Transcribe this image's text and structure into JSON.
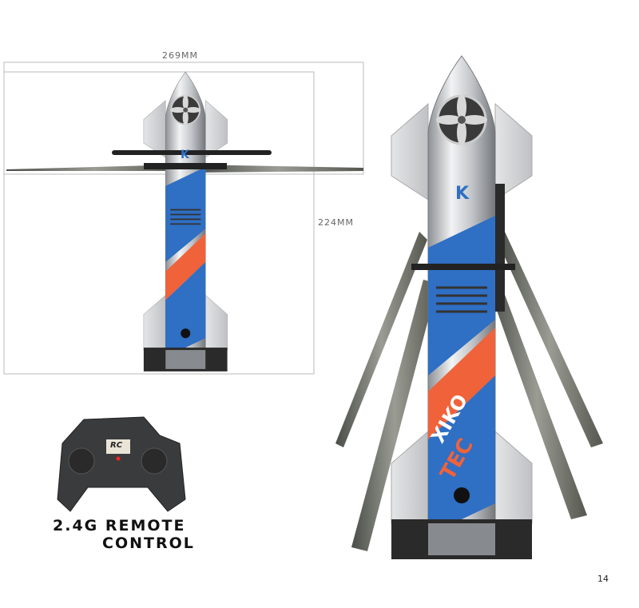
{
  "dimensions": {
    "width": "269MM",
    "height": "224MM"
  },
  "remote": {
    "line1": "2.4G REMOTE",
    "line2": "CONTROL",
    "screen_logo": "RC"
  },
  "branding": {
    "logo": "K",
    "word1": "XIKO",
    "word2": "TEC"
  },
  "page_number": "14",
  "colors": {
    "blue": "#2f6fc4",
    "orange": "#f0623a",
    "silver": "#c9ccd0",
    "dark": "#2a2a2a"
  }
}
